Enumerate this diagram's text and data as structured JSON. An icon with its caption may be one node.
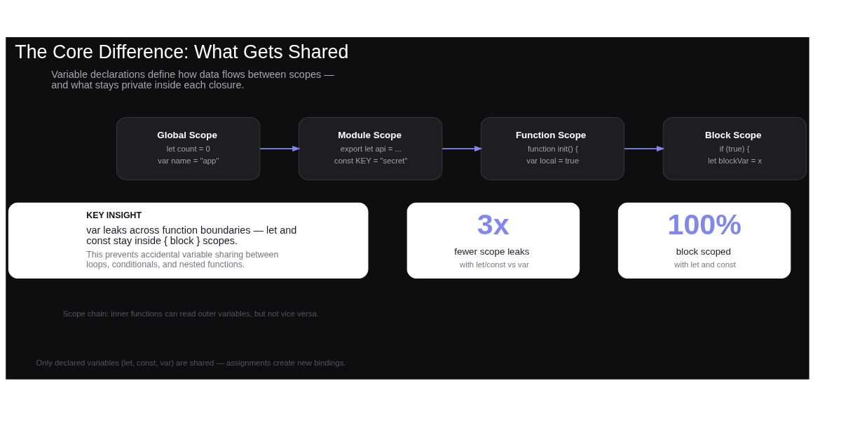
{
  "diagram": {
    "title": "The Core Difference: What Gets Shared",
    "nodes": [
      {
        "text": [
          "Global Scope",
          "let count = 0",
          "var name = \"app\""
        ]
      },
      {
        "text": [
          "Module Scope",
          "export let api = ...",
          "const KEY = \"secret\""
        ]
      },
      {
        "text": [
          "Function Scope",
          "function init() {",
          "var local = true"
        ]
      },
      {
        "text": [
          "Block Scope",
          "if (true) {",
          "let blockVar = x"
        ]
      },
      {
        "text": [
          "KEY INSIGHT",
          "var leaks across function boundaries — let and const stay inside { block } scopes.",
          "This prevents accidental variable sharing between loops, conditionals, and nested functions."
        ]
      },
      {
        "text": [
          "3x",
          "fewer scope leaks",
          "with let/const vs var"
        ]
      },
      {
        "text": [
          "100%",
          "block scoped",
          "with let and const"
        ]
      }
    ],
    "edges": [
      {
        "from": 0,
        "to": 1,
        "arrow": "to"
      },
      {
        "from": 1,
        "to": 2,
        "arrow": "to"
      },
      {
        "from": 2,
        "to": 3,
        "arrow": "to"
      }
    ],
    "labels": [
      "Variable declarations define how data flows between scopes — and what stays private inside each closure.",
      "Scope chain: inner functions can read outer variables, but not vice versa.",
      "Only declared variables (let, const, var) are shared — assignments create new bindings."
    ]
  }
}
